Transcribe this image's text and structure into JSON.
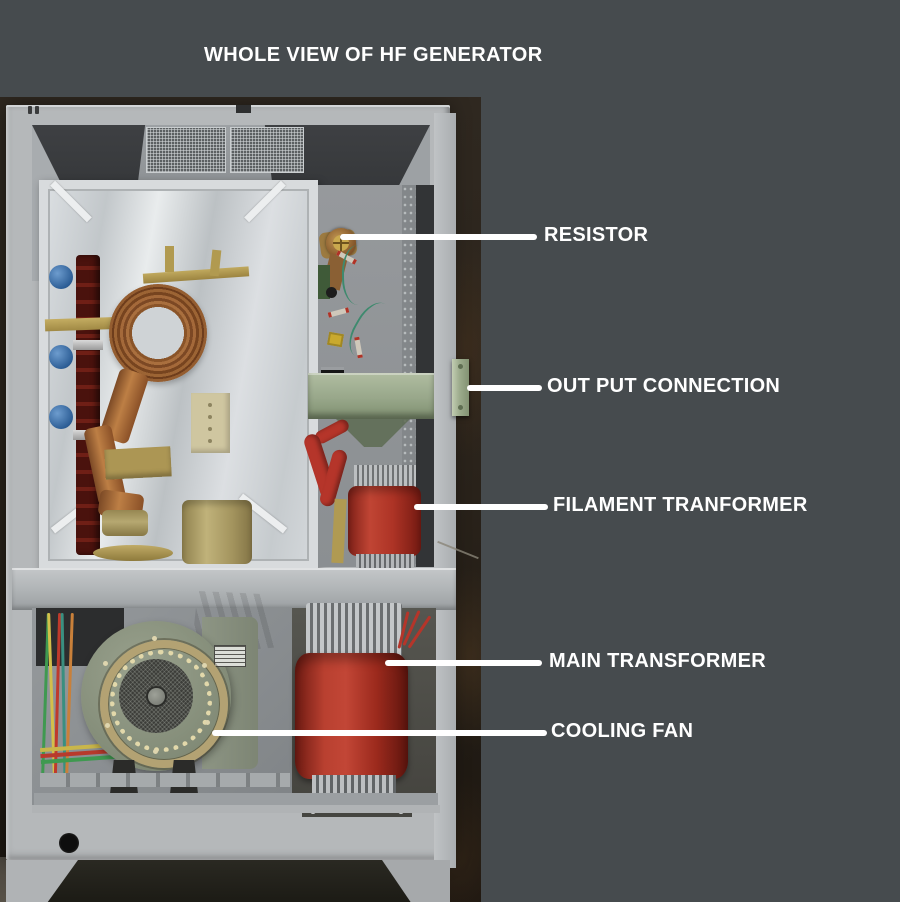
{
  "title": "WHOLE VIEW OF HF GENERATOR",
  "annotations": [
    {
      "label": "RESISTOR"
    },
    {
      "label": "OUT PUT CONNECTION"
    },
    {
      "label": "FILAMENT TRANFORMER"
    },
    {
      "label": "MAIN TRANSFORMER"
    },
    {
      "label": "COOLING FAN"
    }
  ],
  "colors": {
    "background": "#464b4e",
    "annotation_text": "#ffffff",
    "leader_line": "#ffffff",
    "cabinet_gray": "#b5b8ba",
    "aluminum_interior": "#d9dde0",
    "copper_coil": "#8a5429",
    "output_bar_green": "#98a78a",
    "transformer_red": "#b94030",
    "filament_red": "#ad3325",
    "fan_body_sage": "#8d9584",
    "fan_ring_gold": "#b3a273",
    "wall_brown": "#2a231b"
  }
}
